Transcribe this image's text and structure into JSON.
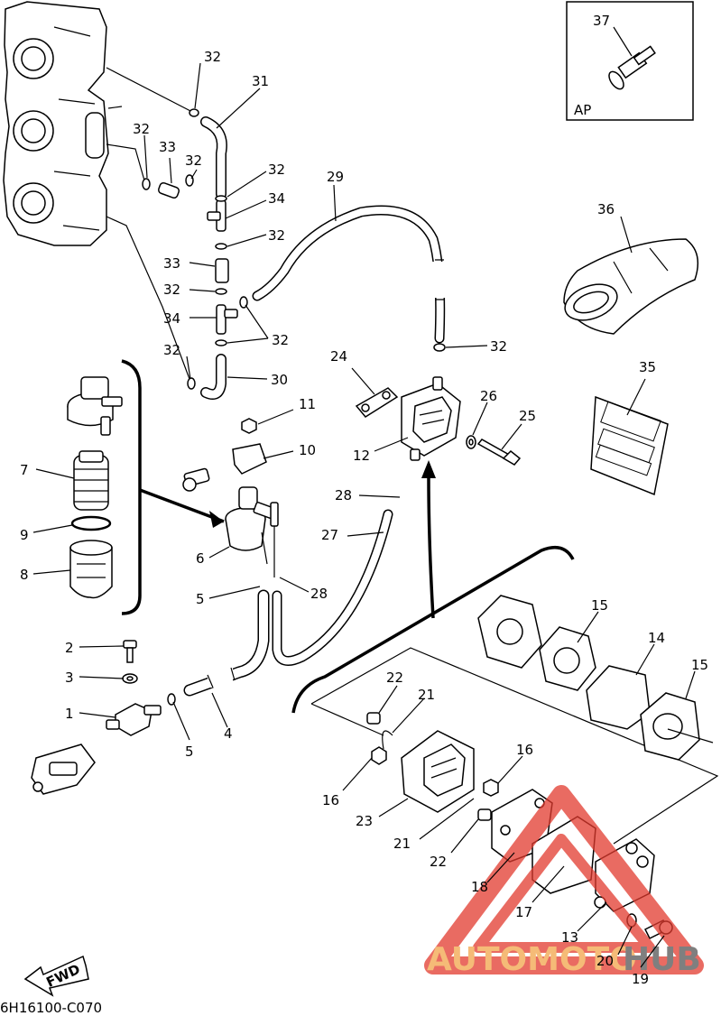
{
  "inset": {
    "tag": "AP"
  },
  "callouts": [
    {
      "id": "c37",
      "text": "37"
    },
    {
      "id": "c32a",
      "text": "32"
    },
    {
      "id": "c31",
      "text": "31"
    },
    {
      "id": "c32b",
      "text": "32"
    },
    {
      "id": "c33a",
      "text": "33"
    },
    {
      "id": "c32c",
      "text": "32"
    },
    {
      "id": "c32d",
      "text": "32"
    },
    {
      "id": "c34a",
      "text": "34"
    },
    {
      "id": "c32e",
      "text": "32"
    },
    {
      "id": "c29",
      "text": "29"
    },
    {
      "id": "c36",
      "text": "36"
    },
    {
      "id": "c33b",
      "text": "33"
    },
    {
      "id": "c32f",
      "text": "32"
    },
    {
      "id": "c34b",
      "text": "34"
    },
    {
      "id": "c32g",
      "text": "32"
    },
    {
      "id": "c32h",
      "text": "32"
    },
    {
      "id": "c32i",
      "text": "32"
    },
    {
      "id": "c24",
      "text": "24"
    },
    {
      "id": "c30",
      "text": "30"
    },
    {
      "id": "c35",
      "text": "35"
    },
    {
      "id": "c26",
      "text": "26"
    },
    {
      "id": "c11",
      "text": "11"
    },
    {
      "id": "c25",
      "text": "25"
    },
    {
      "id": "c10",
      "text": "10"
    },
    {
      "id": "c12",
      "text": "12"
    },
    {
      "id": "c7",
      "text": "7"
    },
    {
      "id": "c28a",
      "text": "28"
    },
    {
      "id": "c9",
      "text": "9"
    },
    {
      "id": "c27",
      "text": "27"
    },
    {
      "id": "c6",
      "text": "6"
    },
    {
      "id": "c8",
      "text": "8"
    },
    {
      "id": "c28b",
      "text": "28"
    },
    {
      "id": "c5a",
      "text": "5"
    },
    {
      "id": "c15a",
      "text": "15"
    },
    {
      "id": "c14",
      "text": "14"
    },
    {
      "id": "c2",
      "text": "2"
    },
    {
      "id": "c15b",
      "text": "15"
    },
    {
      "id": "c3",
      "text": "3"
    },
    {
      "id": "c22a",
      "text": "22"
    },
    {
      "id": "c21a",
      "text": "21"
    },
    {
      "id": "c1",
      "text": "1"
    },
    {
      "id": "c4",
      "text": "4"
    },
    {
      "id": "c5b",
      "text": "5"
    },
    {
      "id": "c16a",
      "text": "16"
    },
    {
      "id": "c16b",
      "text": "16"
    },
    {
      "id": "c23",
      "text": "23"
    },
    {
      "id": "c21b",
      "text": "21"
    },
    {
      "id": "c22b",
      "text": "22"
    },
    {
      "id": "c18",
      "text": "18"
    },
    {
      "id": "c17",
      "text": "17"
    },
    {
      "id": "c13",
      "text": "13"
    },
    {
      "id": "c20",
      "text": "20"
    },
    {
      "id": "c19",
      "text": "19"
    }
  ],
  "direction_arrow": "FWD",
  "footer": {
    "code": "6H16100-C070"
  },
  "watermark": {
    "part1": "AUTOMOTO",
    "part2": "HUB"
  },
  "colors": {
    "line": "#000000",
    "watermark_red": "#e23a2e",
    "watermark_orange": "#f2a54a"
  }
}
